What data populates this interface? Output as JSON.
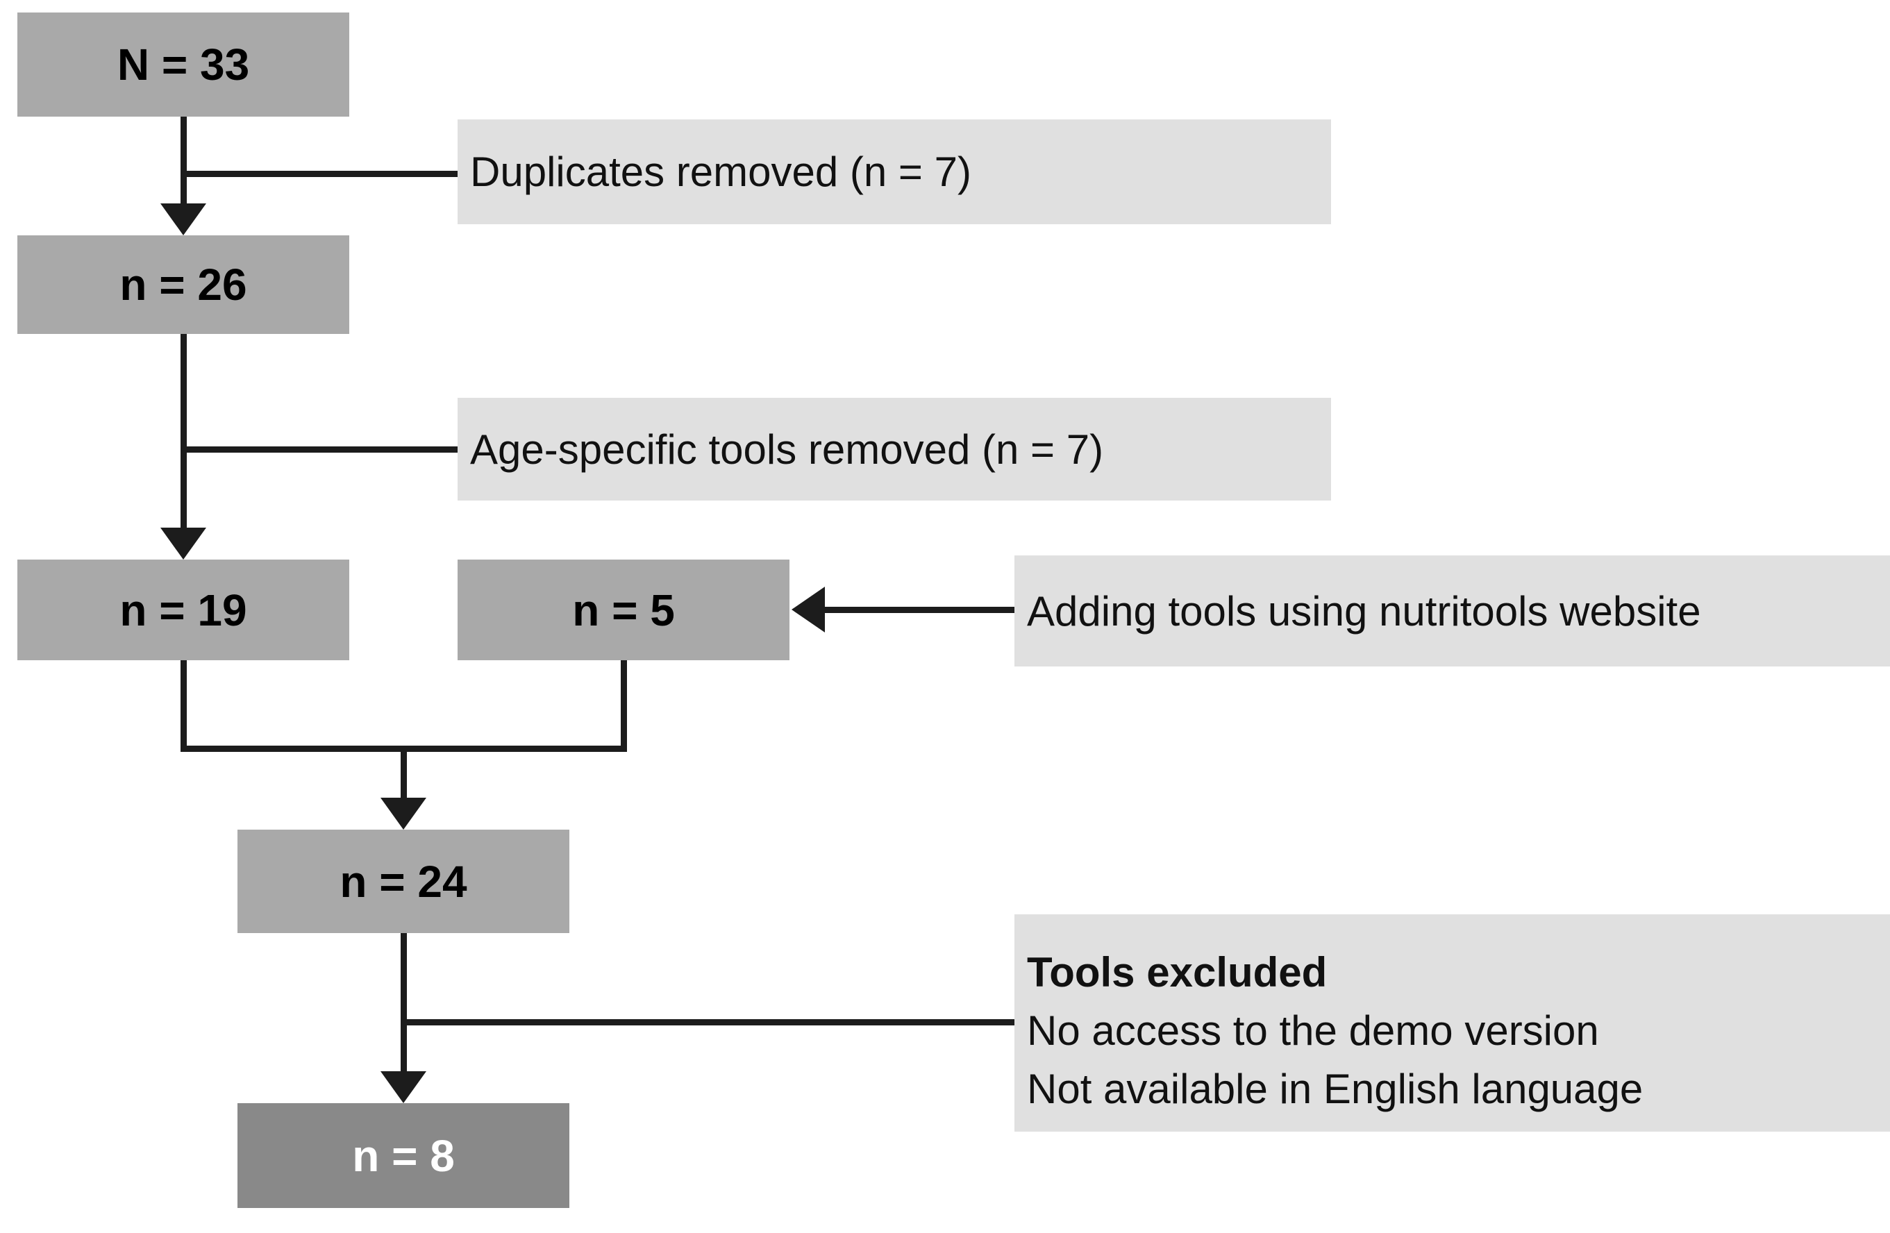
{
  "diagram": {
    "type": "flowchart",
    "description_visible": false,
    "nodes": {
      "n33": {
        "label": "N = 33"
      },
      "n26": {
        "label": "n = 26"
      },
      "n19": {
        "label": "n = 19"
      },
      "n5": {
        "label": "n = 5"
      },
      "n24": {
        "label": "n = 24"
      },
      "n8": {
        "label": "n = 8"
      }
    },
    "annotations": {
      "duplicates": {
        "label": "Duplicates removed (n = 7)"
      },
      "age_specific": {
        "label": "Age-specific tools removed (n = 7)"
      },
      "adding_tools": {
        "label": "Adding tools using nutritools website"
      },
      "excluded": {
        "title": "Tools excluded",
        "line1": "No access to the demo version",
        "line2": "Not available in English language"
      }
    },
    "colors": {
      "node_fill": "#a9a9a9",
      "node_fill_dark": "#898989",
      "annotation_fill": "#e0e0e0",
      "line": "#1c1c1c",
      "node_text": "#000000",
      "node_text_on_dark": "#ffffff",
      "annotation_text": "#111111",
      "background": "#ffffff"
    }
  }
}
